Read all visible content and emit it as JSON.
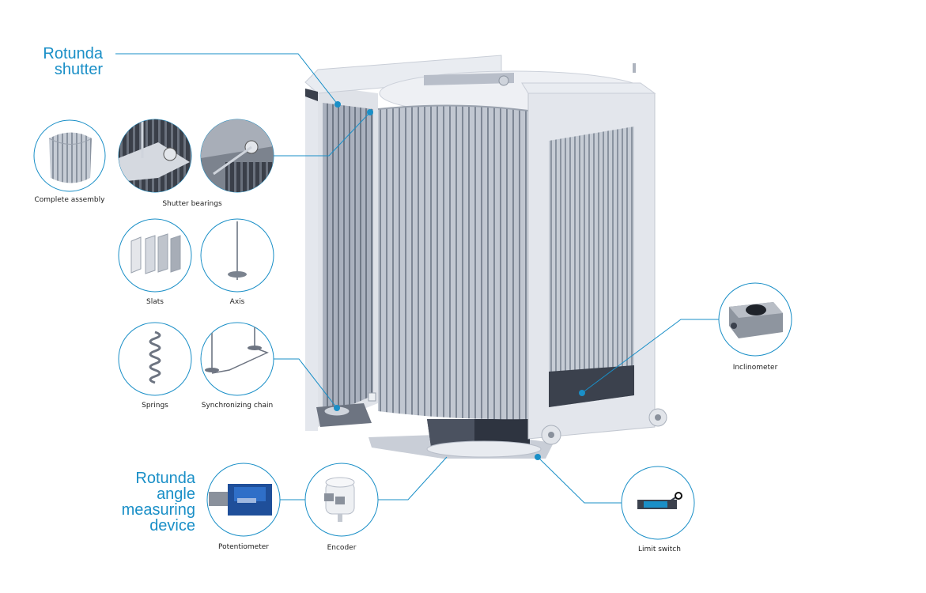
{
  "titles": {
    "shutter_line1": "Rotunda",
    "shutter_line2": "shutter",
    "device_line1": "Rotunda",
    "device_line2": "angle",
    "device_line3": "measuring",
    "device_line4": "device"
  },
  "captions": {
    "complete_assembly": "Complete assembly",
    "shutter_bearings": "Shutter bearings",
    "slats": "Slats",
    "axis": "Axis",
    "springs": "Springs",
    "synchronizing_chain": "Synchronizing chain",
    "inclinometer": "Inclinometer",
    "potentiometer": "Potentiometer",
    "encoder": "Encoder",
    "limit_switch": "Limit switch"
  },
  "colors": {
    "accent": "#1a8fc7",
    "housing": "#d9dce3",
    "slat_dark": "#4a5363",
    "slat_light": "#b5bcc8"
  }
}
